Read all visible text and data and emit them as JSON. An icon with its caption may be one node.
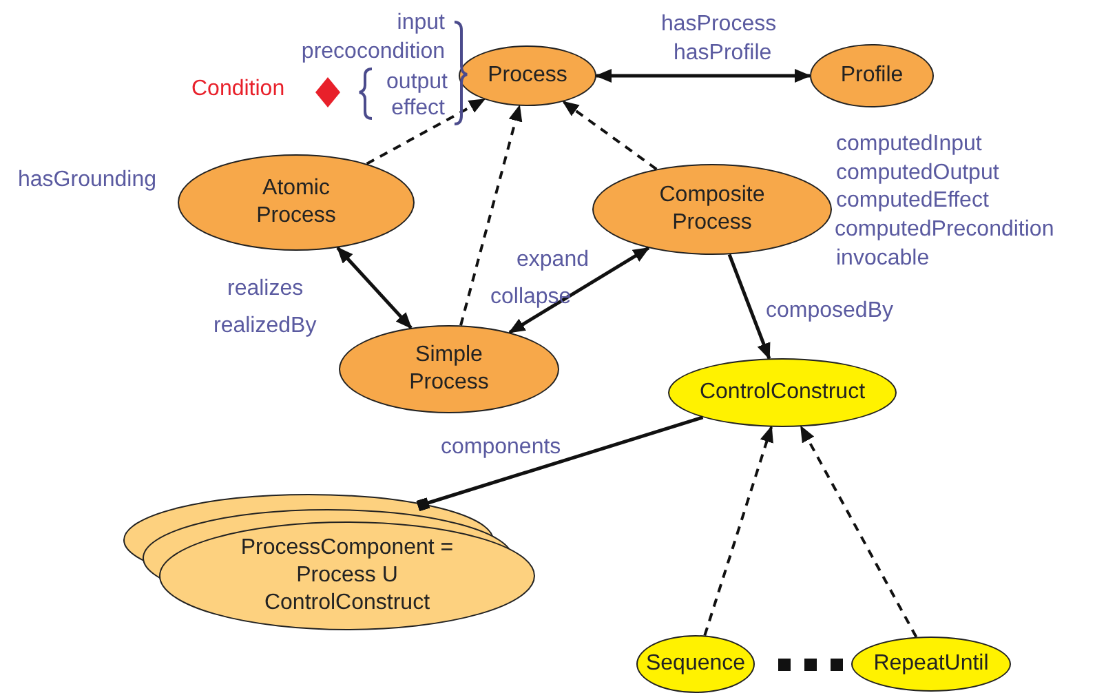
{
  "diagram": {
    "nodes": [
      {
        "text": [
          "Process"
        ]
      },
      {
        "text": [
          "Profile"
        ]
      },
      {
        "text": [
          "Atomic Process"
        ]
      },
      {
        "text": [
          "Composite Process"
        ]
      },
      {
        "text": [
          "Simple Process"
        ]
      },
      {
        "text": [
          "ControlConstruct"
        ]
      },
      {
        "text": [
          "ProcessComponent = Process U ControlConstruct"
        ]
      },
      {
        "text": [
          "Sequence"
        ]
      },
      {
        "text": [
          "RepeatUntil"
        ]
      }
    ],
    "edges": [
      {
        "from": 2,
        "to": 0,
        "arrow": "to",
        "style": "dashed"
      },
      {
        "from": 4,
        "to": 0,
        "arrow": "to",
        "style": "dashed"
      },
      {
        "from": 3,
        "to": 0,
        "arrow": "to",
        "style": "dashed"
      },
      {
        "from": 0,
        "to": 1,
        "arrow": "both"
      },
      {
        "from": 2,
        "to": 4,
        "arrow": "both"
      },
      {
        "from": 4,
        "to": 3,
        "arrow": "both"
      },
      {
        "from": 3,
        "to": 5,
        "arrow": "to"
      },
      {
        "from": 5,
        "to": 6,
        "arrow": "other"
      },
      {
        "from": 7,
        "to": 5,
        "arrow": "to",
        "style": "dashed"
      },
      {
        "from": 8,
        "to": 5,
        "arrow": "to",
        "style": "dashed"
      }
    ],
    "labels": [
      "input",
      "precocondition",
      "Condition",
      "output",
      "effect",
      "hasProcess",
      "hasProfile",
      "hasGrounding",
      "computedInput",
      "computedOutput",
      "computedEffect",
      "computedPrecondition",
      "invocable",
      "expand",
      "realizes",
      "collapse",
      "composedBy",
      "realizedBy",
      "components"
    ]
  }
}
